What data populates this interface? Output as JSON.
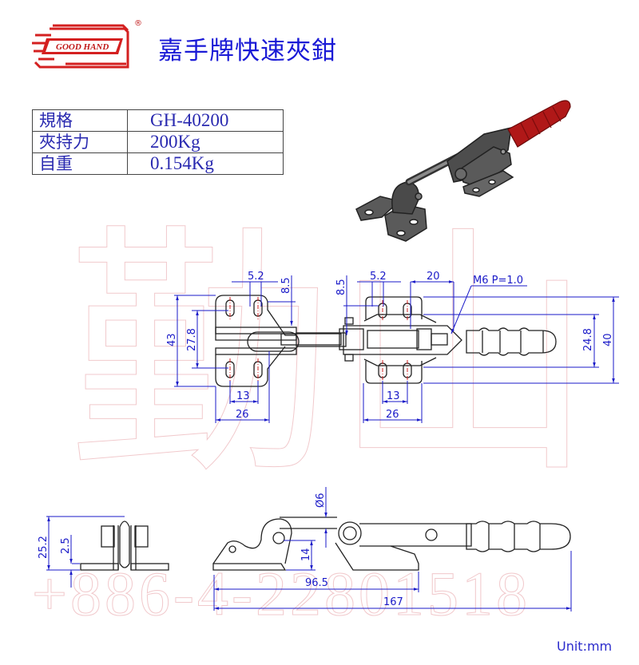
{
  "header": {
    "brand_logo_text": "GOOD HAND",
    "registered_mark": "®",
    "title": "嘉手牌快速夾鉗"
  },
  "specs": [
    {
      "label": "規格",
      "value": "GH-40200"
    },
    {
      "label": "夾持力",
      "value": "200Kg"
    },
    {
      "label": "自重",
      "value": "0.154Kg"
    }
  ],
  "watermark": {
    "characters": "勤山",
    "phone": "+886-4-22801518"
  },
  "top_view": {
    "left_base": {
      "slot_width": "5.2",
      "edge_to_slot": "8.5",
      "overall_height": "43",
      "slot_spacing_vertical": "27.8",
      "slot_spacing_horizontal": "13",
      "base_width": "26"
    },
    "right_base": {
      "slot_width": "5.2",
      "edge_to_slot": "8.5",
      "slot_to_pivot": "20",
      "thread_callout": "M6 P=1.0",
      "slot_spacing_horizontal": "13",
      "base_width": "26",
      "inner_height": "24.8",
      "overall_height": "40"
    }
  },
  "side_view": {
    "height_total": "25.2",
    "plate_thickness": "2.5",
    "rod_diameter": "Ø6",
    "pivot_height": "14",
    "length_to_base": "96.5",
    "overall_length": "167"
  },
  "footer": {
    "unit_label": "Unit:mm"
  },
  "colors": {
    "dimension": "#1a1ac8",
    "title": "#1a1ad6",
    "logo_red": "#d42020",
    "handle_red": "#b01818",
    "watermark": "#f1c9cc"
  }
}
